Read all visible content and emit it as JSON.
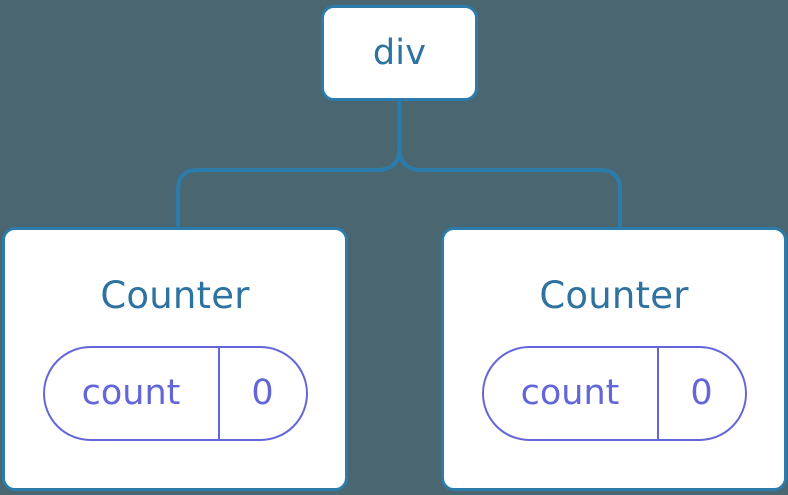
{
  "diagram": {
    "type": "component-tree",
    "background_color": "#4a6670",
    "edge_color": "#2b7cab",
    "node_border_color": "#2b7cab",
    "node_fill_color": "#ffffff",
    "title_color": "#2e72a0",
    "state_color": "#6366d8",
    "root": {
      "label": "div"
    },
    "children": [
      {
        "label": "Counter",
        "state": {
          "key": "count",
          "value": "0"
        }
      },
      {
        "label": "Counter",
        "state": {
          "key": "count",
          "value": "0"
        }
      }
    ]
  }
}
